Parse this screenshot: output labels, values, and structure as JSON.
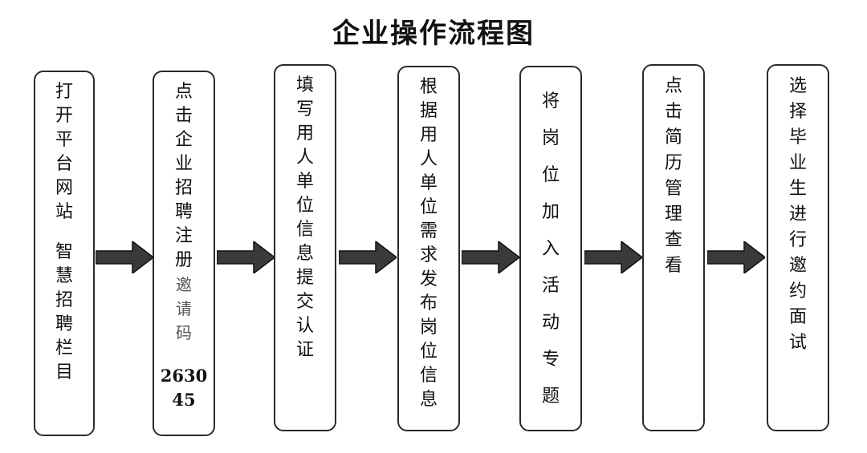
{
  "title": "企业操作流程图",
  "steps": [
    {
      "line1": "打开平台网站",
      "line2": "智慧招聘栏目"
    },
    {
      "line1": "点击企业招聘注册",
      "line2": "邀请码",
      "code": "263045"
    },
    {
      "line1": "填写用人单位信息提交认证"
    },
    {
      "line1": "根据用人单位需求发布岗位信息"
    },
    {
      "line1": "将岗位加入活动专题"
    },
    {
      "line1": "点击简历管理查看"
    },
    {
      "line1": "选择毕业生进行邀约面试"
    }
  ],
  "colors": {
    "border": "#2a2a2a",
    "arrow_fill": "#3a3a3a",
    "text": "#111111"
  }
}
